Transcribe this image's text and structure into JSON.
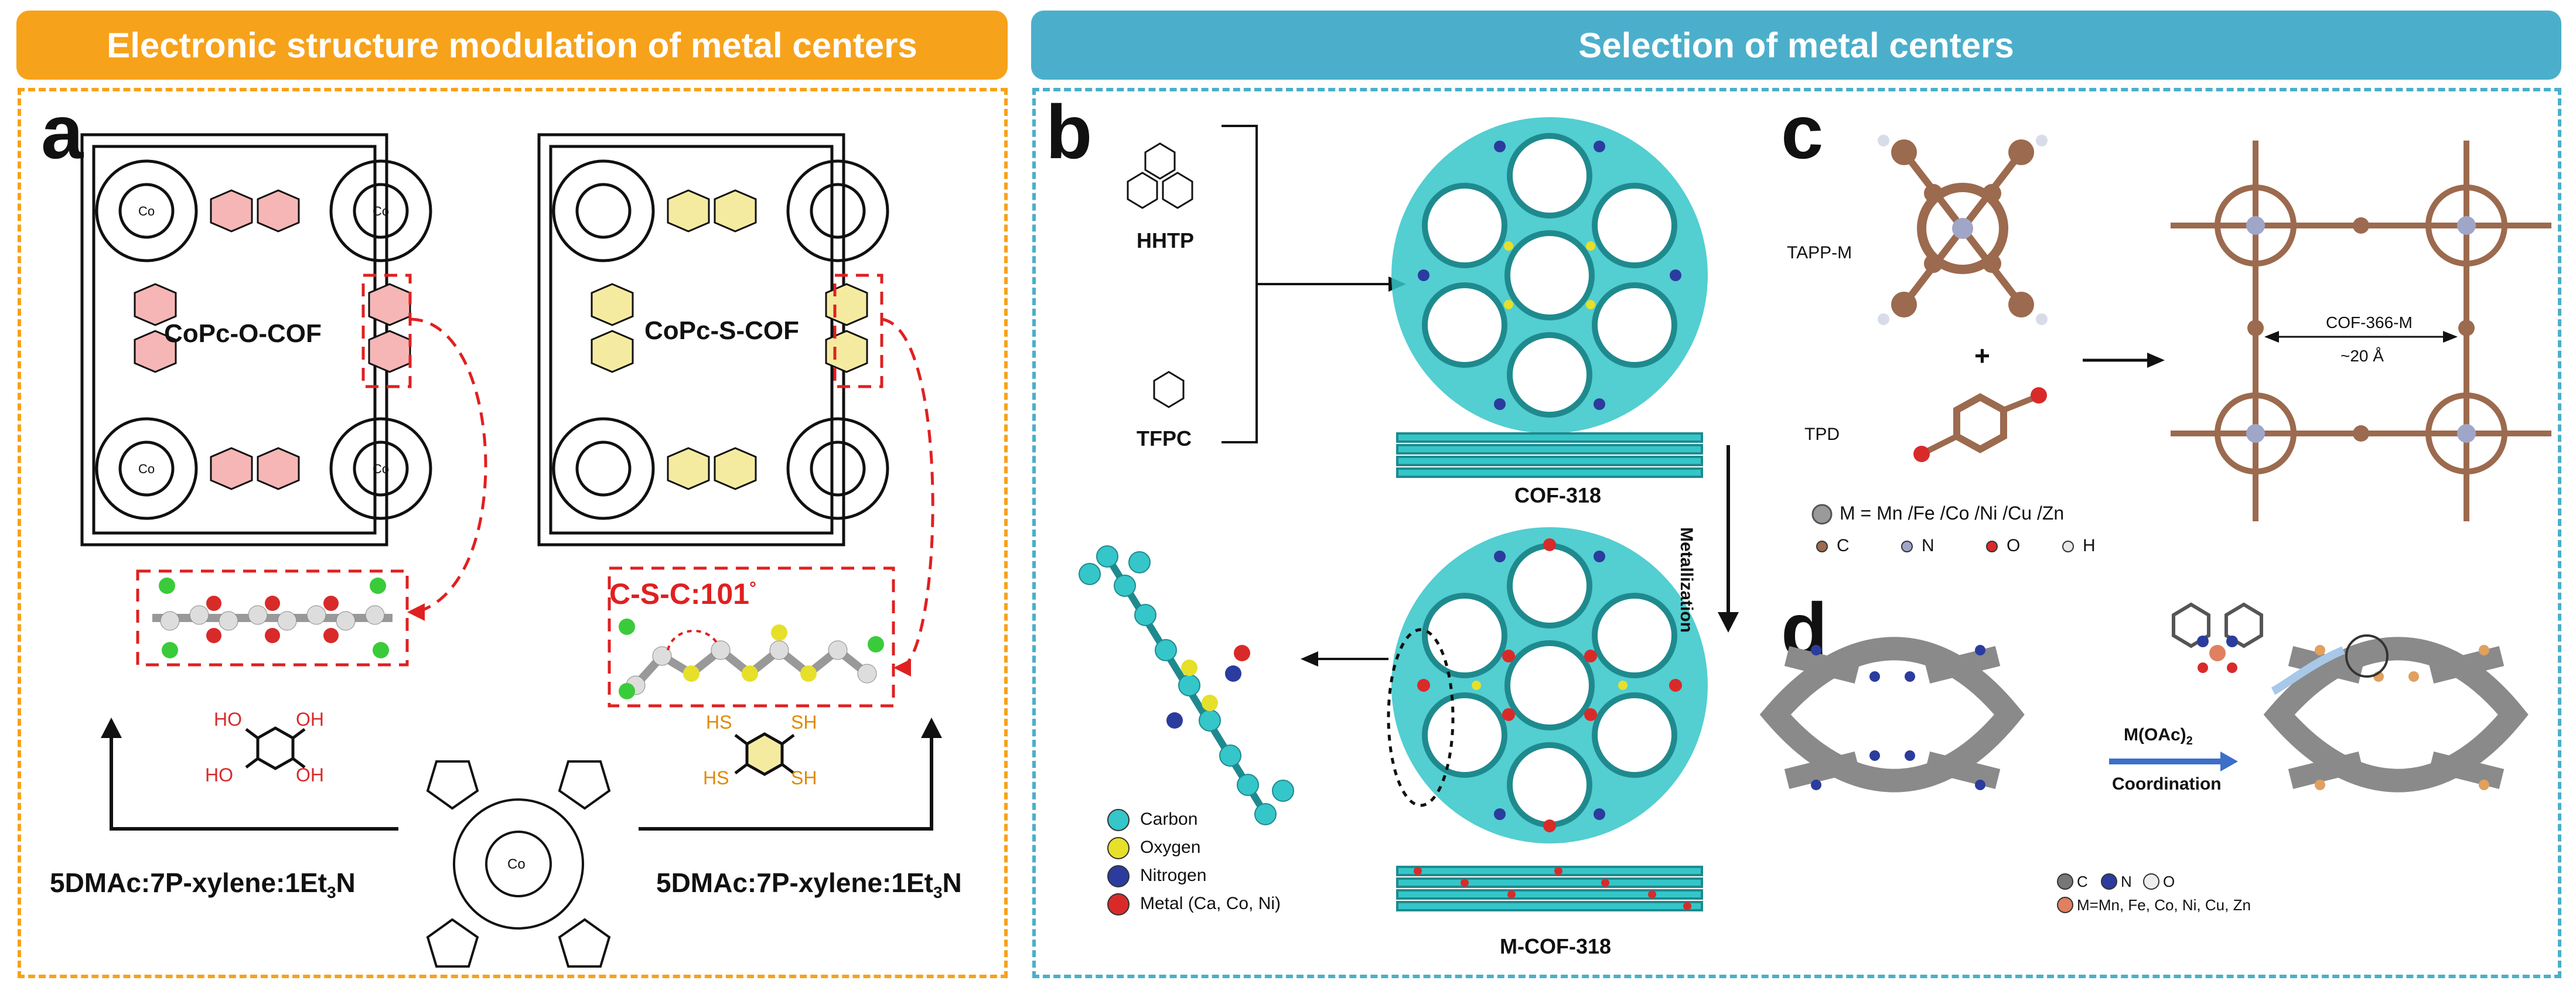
{
  "panels": {
    "left_title": "Electronic structure modulation of metal centers",
    "right_title": "Selection of metal centers",
    "a": "a",
    "b": "b",
    "c": "c",
    "d": "d"
  },
  "colors": {
    "orange": "#F7A21B",
    "teal": "#4BAFCB",
    "cyan_atom": "#35C6C9",
    "yellow_atom": "#E6E02A",
    "blue_atom": "#2B3C9E",
    "red_atom": "#D92A2A",
    "brown_atom": "#9C6A4E",
    "dash_red": "#E02020"
  },
  "panel_a": {
    "cof_o": "CoPc-O-COF",
    "cof_s": "CoPc-S-COF",
    "angle": "C-S-C:101",
    "angle_deg": "°",
    "solvent_left": "5DMAc:7P-xylene:1Et",
    "solvent_right": "5DMAc:7P-xylene:1Et",
    "sub3": "3",
    "nN": "N",
    "ho1": "HO",
    "oh1": "OH",
    "ho2": "HO",
    "oh2": "OH",
    "hs1": "HS",
    "sh1": "SH",
    "hs2": "HS",
    "sh2": "SH",
    "co": "Co"
  },
  "panel_b": {
    "hhtp": "HHTP",
    "tfpc": "TFPC",
    "cof318": "COF-318",
    "mcof318": "M-COF-318",
    "legend": [
      "Carbon",
      "Oxygen",
      "Nitrogen",
      "Metal (Ca, Co, Ni)"
    ]
  },
  "panel_c": {
    "tapp": "TAPP-M",
    "plus": "+",
    "tpd": "TPD",
    "cof366": "COF-366-M",
    "dist": "~20 Å",
    "metal_line": "M = Mn /Fe /Co /Ni /Cu /Zn",
    "atoms": [
      "C",
      "N",
      "O",
      "H"
    ],
    "metallization": "Metallization"
  },
  "panel_d": {
    "reagent": "M(OAc)",
    "reagent_sub": "2",
    "coordination": "Coordination",
    "atoms": [
      "C",
      "N",
      "O"
    ],
    "metal_line": "M=Mn, Fe, Co, Ni, Cu, Zn"
  }
}
